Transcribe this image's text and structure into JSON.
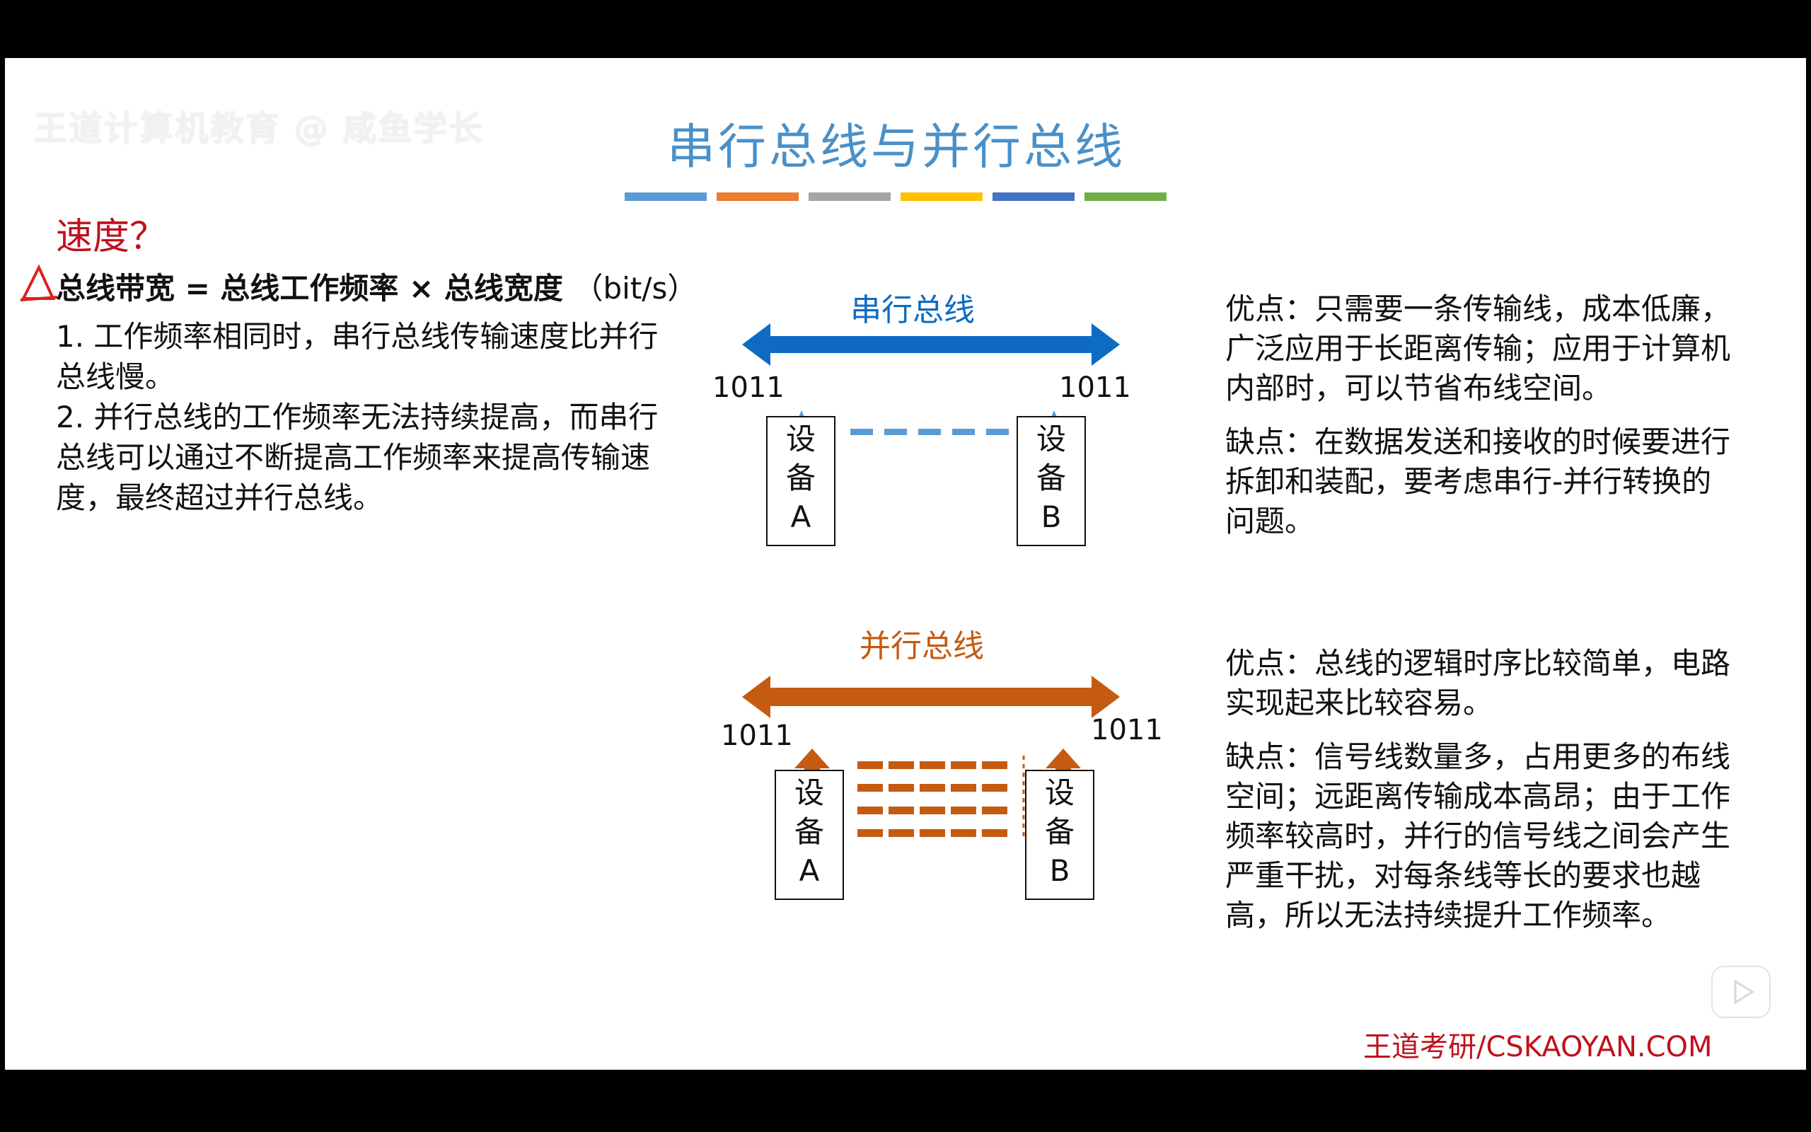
{
  "slide": {
    "watermark": "王道计算机教育 @ 咸鱼学长",
    "title": "串行总线与并行总线",
    "colorbar": [
      "#5b9bd5",
      "#ed7d31",
      "#a5a5a5",
      "#ffc000",
      "#4472c4",
      "#70ad47"
    ],
    "speed_label": "速度？",
    "formula": "总线带宽 = 总线工作频率 × 总线宽度",
    "formula_unit": "（bit/s）",
    "left_points": [
      "1. 工作频率相同时，串行总线传输速度比并行总线慢。",
      "2. 并行总线的工作频率无法持续提高，而串行总线可以通过不断提高工作频率来提高传输速度，最终超过并行总线。"
    ],
    "serial": {
      "label": "串行总线",
      "color": "#0e6bc3",
      "left_value": "1011",
      "right_value": "1011",
      "device_a": [
        "设",
        "备",
        "A"
      ],
      "device_b": [
        "设",
        "备",
        "B"
      ],
      "pros": "优点：只需要一条传输线，成本低廉，广泛应用于长距离传输；应用于计算机内部时，可以节省布线空间。",
      "cons": "缺点：在数据发送和接收的时候要进行拆卸和装配，要考虑串行-并行转换的问题。"
    },
    "parallel": {
      "label": "并行总线",
      "color": "#c55a11",
      "left_value": "1011",
      "right_value": "1011",
      "device_a": [
        "设",
        "备",
        "A"
      ],
      "device_b": [
        "设",
        "备",
        "B"
      ],
      "pros": "优点：总线的逻辑时序比较简单，电路实现起来比较容易。",
      "cons": "缺点：信号线数量多，占用更多的布线空间；远距离传输成本高昂；由于工作频率较高时，并行的信号线之间会产生严重干扰，对每条线等长的要求也越高，所以无法持续提升工作频率。"
    },
    "footer": "王道考研/CSKAOYAN.COM"
  },
  "player": {
    "play_icon": "play-icon"
  }
}
